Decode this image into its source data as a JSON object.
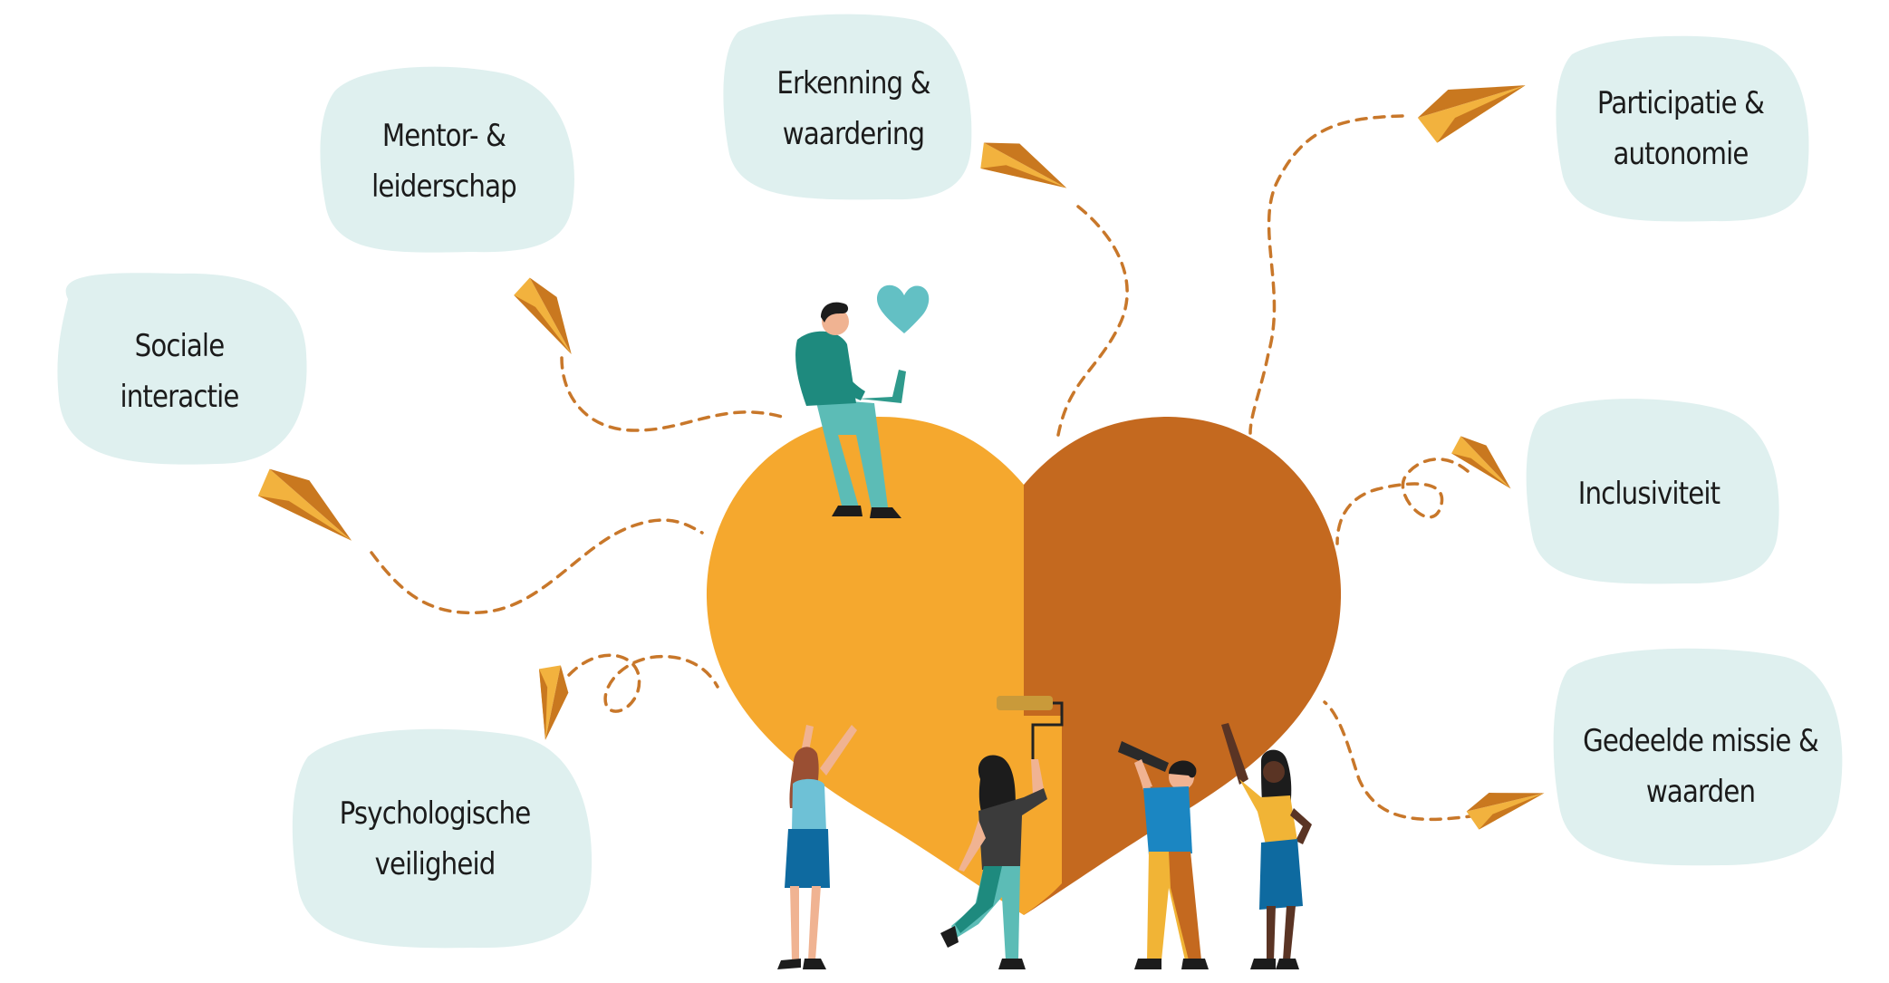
{
  "colors": {
    "bubble": "#dff0ef",
    "heart_left": "#f5a82e",
    "heart_right": "#c4691f",
    "plane_light": "#f2b23e",
    "plane_dark": "#c9781f",
    "dash": "#c8772a",
    "small_heart": "#63c0c4",
    "teal_shirt": "#1e8a7e",
    "teal_pants": "#5cbcb6",
    "skin": "#f0b392",
    "hair_dark": "#1c1c1c",
    "hair_brown": "#9a4f33",
    "blue_shirt": "#1b86c2",
    "navy_skirt": "#0e6aa0",
    "grey_top": "#3b3b3b",
    "mustard": "#f1b436"
  },
  "labels": {
    "sociale_interactie": [
      "Sociale",
      "interactie"
    ],
    "mentor_leiderschap": [
      "Mentor- &",
      "leiderschap"
    ],
    "erkenning_waardering": [
      "Erkenning &",
      "waardering"
    ],
    "participatie_autonomie": [
      "Participatie &",
      "autonomie"
    ],
    "inclusiviteit": [
      "Inclusiviteit"
    ],
    "gedeelde_missie": [
      "Gedeelde missie &",
      "waarden"
    ],
    "psychologische_veiligheid": [
      "Psychologische",
      "veiligheid"
    ]
  }
}
